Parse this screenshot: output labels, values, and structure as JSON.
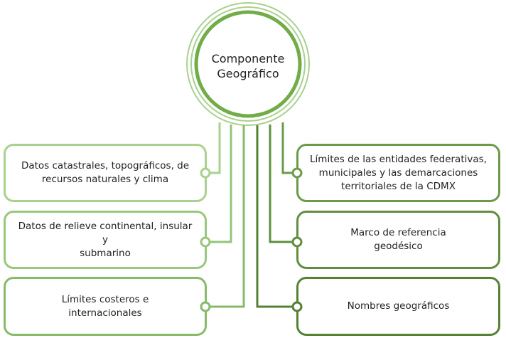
{
  "center": {
    "label": "Componente\nGeográfico"
  },
  "left_items": [
    {
      "label": "Datos catastrales, topográficos, de\nrecursos naturales y clima"
    },
    {
      "label": "Datos de relieve continental, insular y\nsubmarino"
    },
    {
      "label": "Límites costeros e\ninternacionales"
    }
  ],
  "right_items": [
    {
      "label": "Límites de las entidades federativas,\nmunicipales y las demarcaciones\nterritoriales de la CDMX"
    },
    {
      "label": "Marco de referencia\ngeodésico"
    },
    {
      "label": "Nombres geográficos"
    }
  ],
  "colors": {
    "light_green": "#a9d18e",
    "mid_green": "#86bb6a",
    "dark_green": "#548235",
    "center_green": "#70ad47"
  }
}
